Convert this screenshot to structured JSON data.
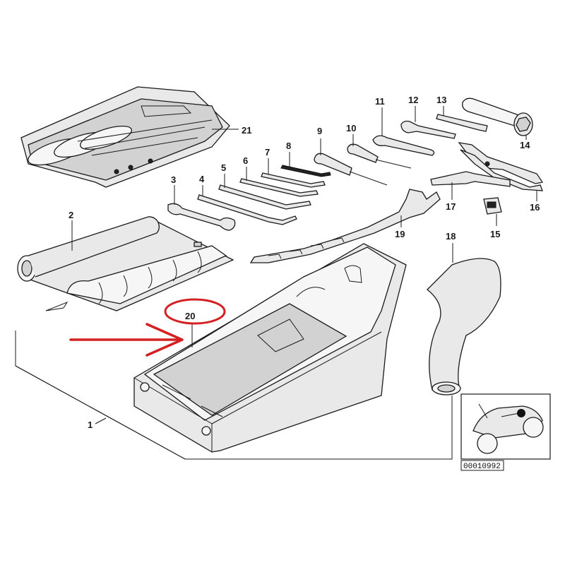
{
  "diagram": {
    "callouts": [
      "1",
      "2",
      "3",
      "4",
      "5",
      "6",
      "7",
      "8",
      "9",
      "10",
      "11",
      "12",
      "13",
      "14",
      "15",
      "16",
      "17",
      "18",
      "19",
      "20",
      "21"
    ],
    "reference_code": "00010992",
    "highlight": {
      "target": "20",
      "color": "#d42020"
    }
  }
}
